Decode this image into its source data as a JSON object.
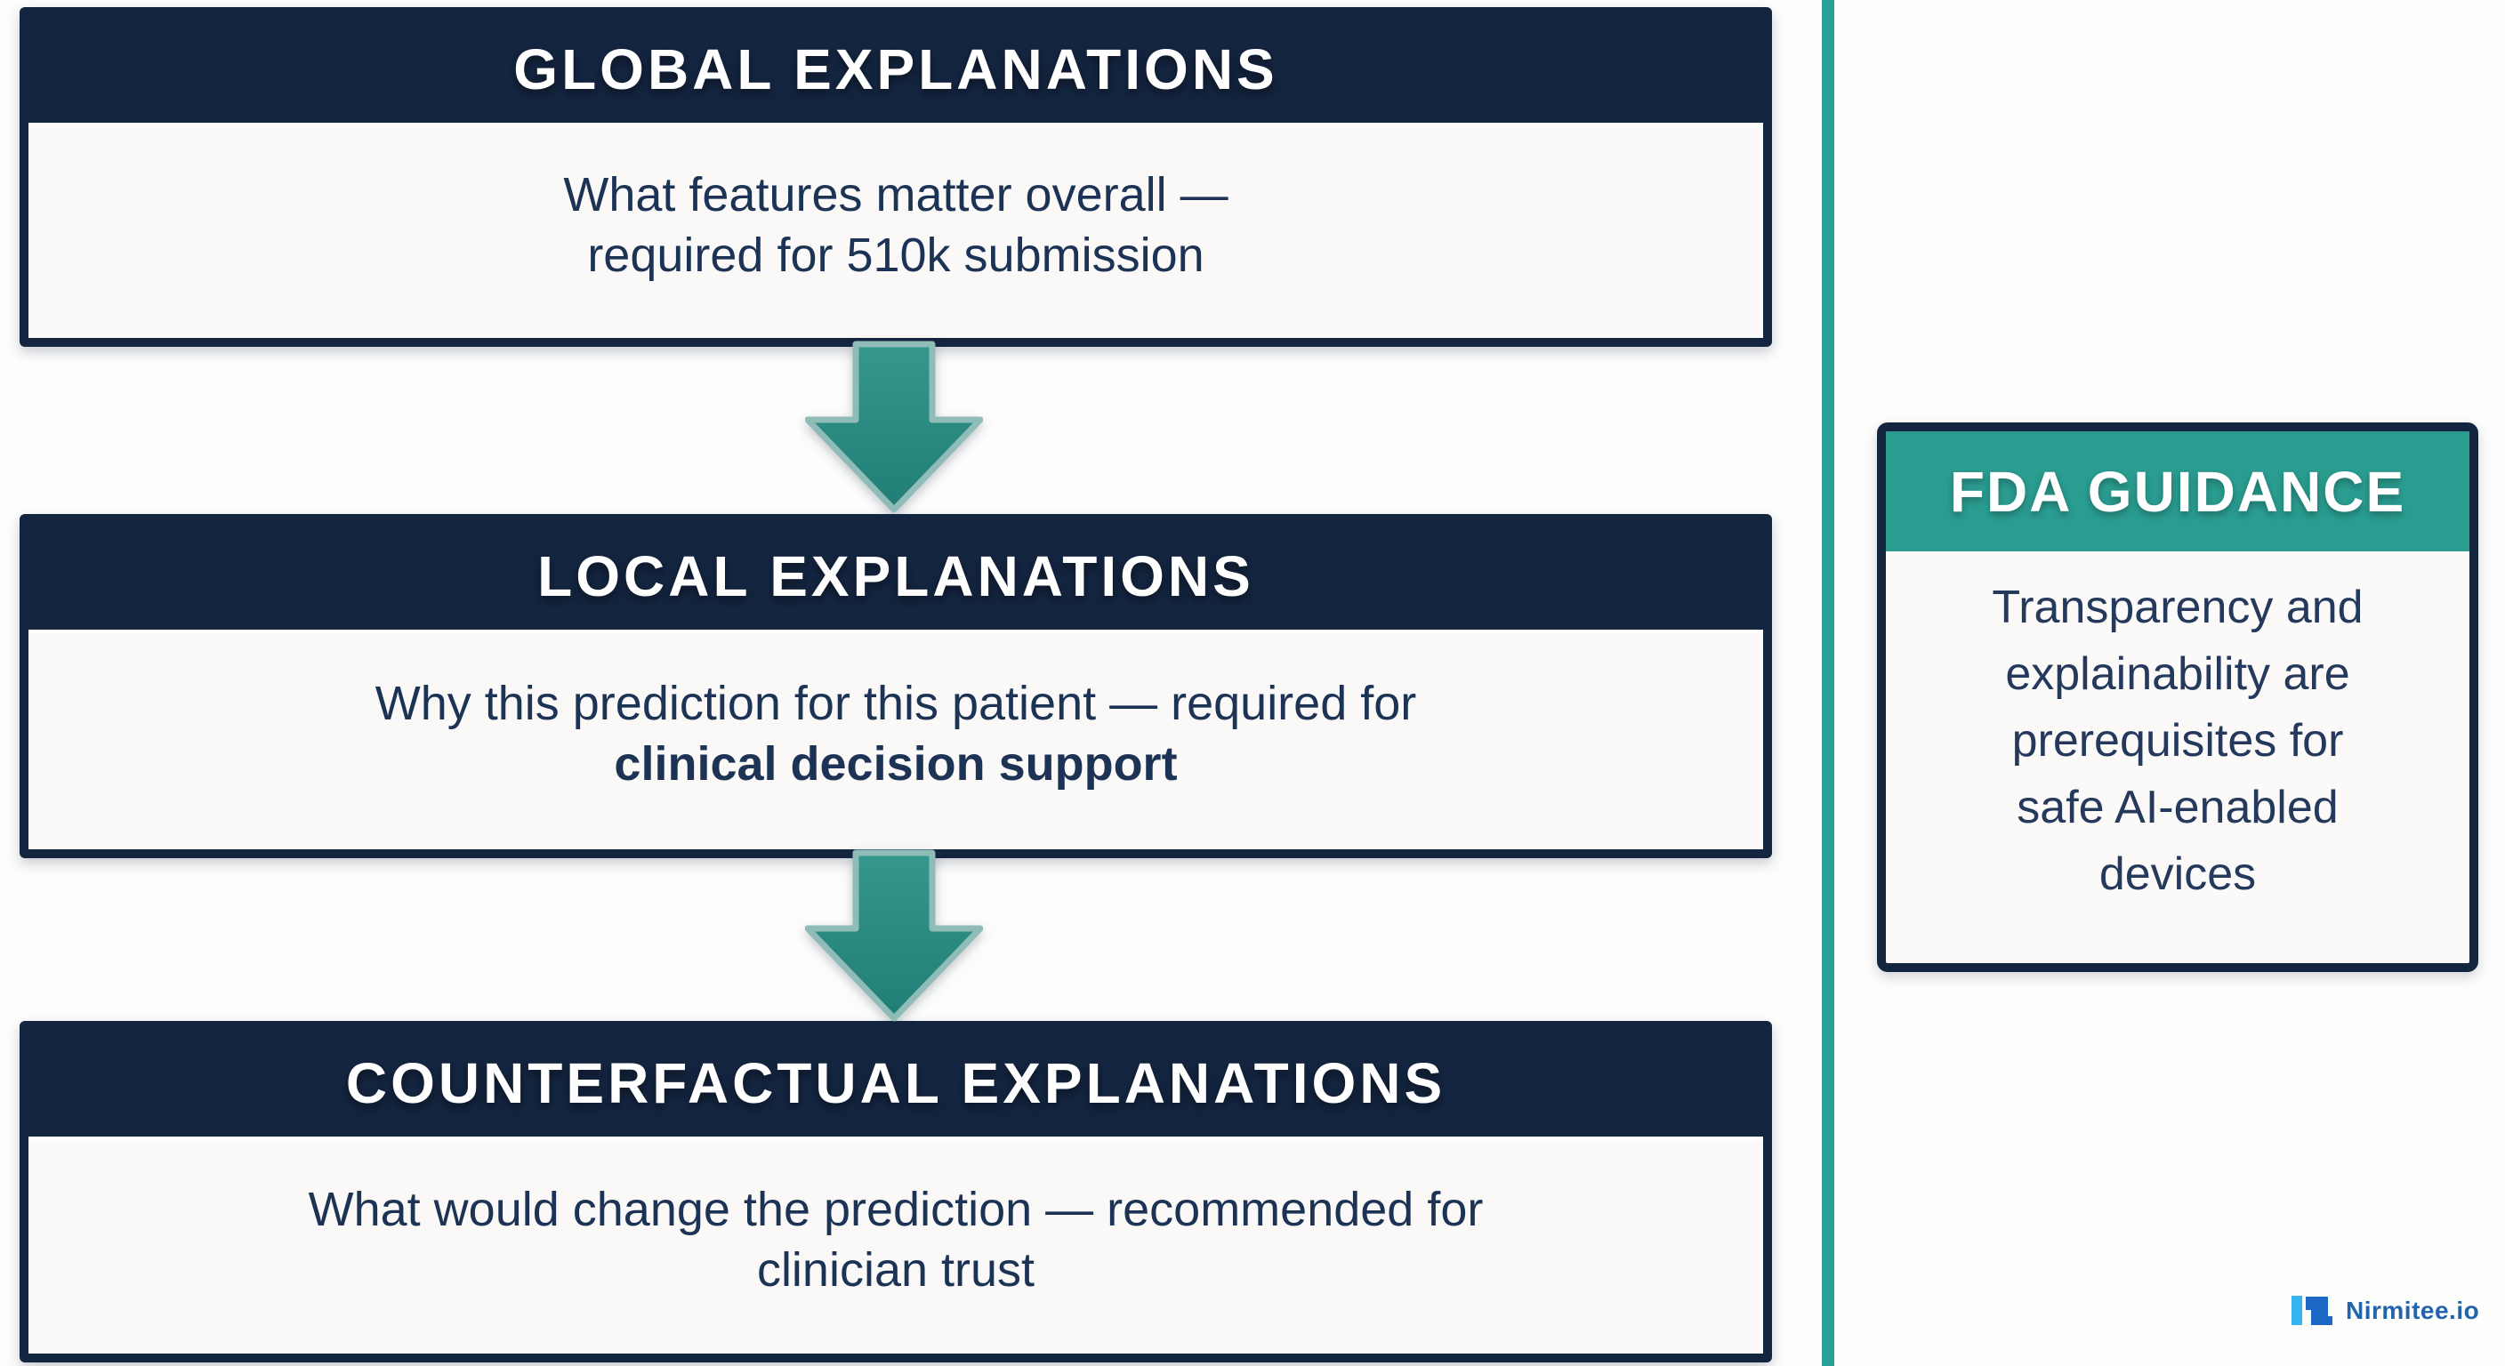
{
  "colors": {
    "navy": "#142540",
    "divider_teal": "#2aa197",
    "fda_header_teal": "#2a9c90",
    "arrow_fill_top": "#36978f",
    "arrow_fill_bottom": "#1f7e76",
    "arrow_outline": "#8fbcb6",
    "body_text_navy": "#1c3355",
    "logo_blue": "#2263ae",
    "logo_cyan": "#35b5ef",
    "logo_dark_blue": "#1a67c4"
  },
  "flow": {
    "boxes": [
      {
        "title": "GLOBAL EXPLANATIONS",
        "body_lines": [
          "What features matter overall —",
          "required for 510k submission"
        ]
      },
      {
        "title": "LOCAL EXPLANATIONS",
        "body_lines": [
          "Why this prediction for this patient — required for",
          "clinical decision support"
        ]
      },
      {
        "title": "COUNTERFACTUAL EXPLANATIONS",
        "body_lines": [
          "What would change the prediction — recommended for",
          "clinician trust"
        ]
      }
    ]
  },
  "sidebar": {
    "fda_panel": {
      "title": "FDA GUIDANCE",
      "body_lines": [
        "Transparency and",
        "explainability are",
        "prerequisites for",
        "safe AI-enabled",
        "devices"
      ]
    }
  },
  "footer": {
    "logo_text": "Nirmitee.io"
  }
}
